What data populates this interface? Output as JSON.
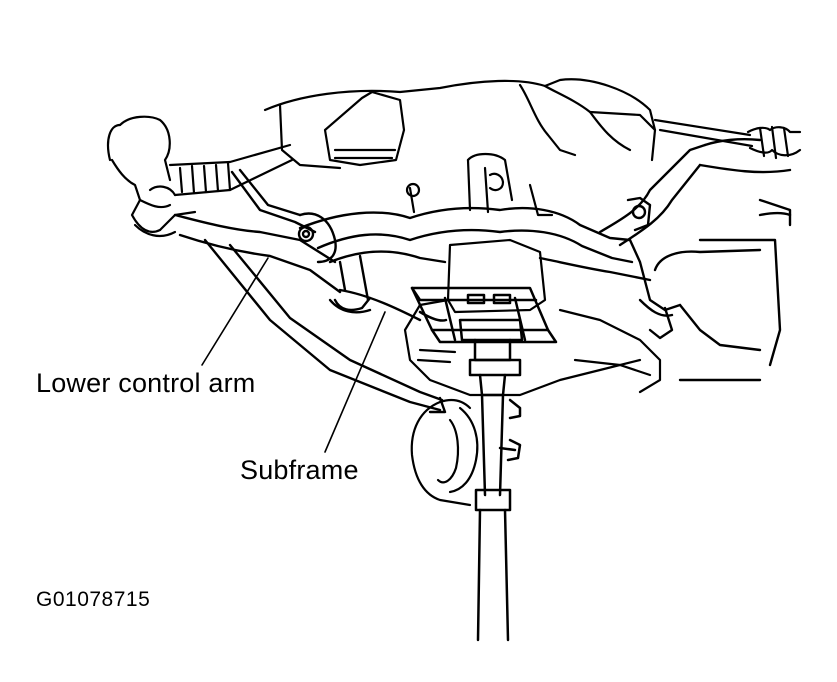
{
  "diagram": {
    "labels": {
      "lower_control_arm": "Lower control arm",
      "subframe": "Subframe"
    },
    "figure_id": "G01078715"
  },
  "colors": {
    "ink": "#000000",
    "paper": "#ffffff"
  }
}
